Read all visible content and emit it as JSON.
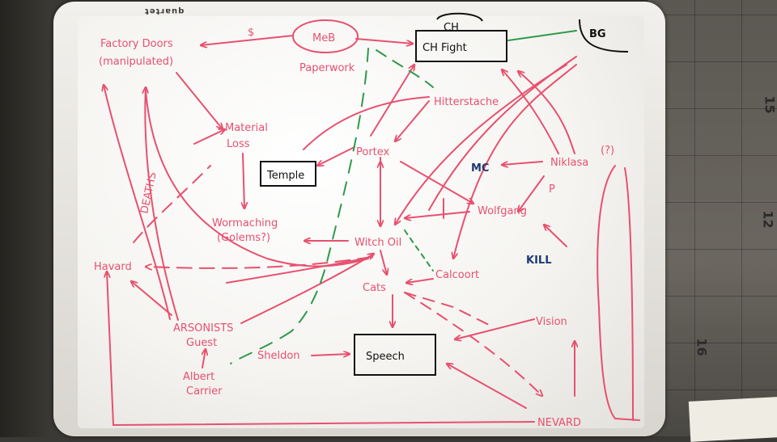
{
  "board": {
    "brand": "quartet"
  },
  "surface_numbers": [
    "15",
    "12",
    "16"
  ],
  "nodes": {
    "factory_doors": "Factory Doors",
    "manipulated": "(manipulated)",
    "meb": "MeB",
    "ch_small": "CH",
    "ch_fight": "CH Fight",
    "bg": "BG",
    "paperwork": "Paperwork",
    "hitterstache": "Hitterstache",
    "material": "Material",
    "loss": "Loss",
    "deaths": "DEATHS",
    "temple": "Temple",
    "portex": "Portex",
    "mc": "MC",
    "niklasa": "Niklasa",
    "niklasa_note": "(?)",
    "p_note": "P",
    "wolfgang": "Wolfgang",
    "wormaching": "Wormaching",
    "golems": "(Golems?)",
    "witch_oil": "Witch Oil",
    "kill": "KILL",
    "havard": "Havard",
    "cats": "Cats",
    "calcoort": "Calcoort",
    "arsonists": "ARSONISTS",
    "guest": "Guest",
    "vision": "Vision",
    "speech": "Speech",
    "sheldon": "Sheldon",
    "albert": "Albert",
    "carrier": "Carrier",
    "nevard": "NEVARD",
    "dollar": "$"
  },
  "colors": {
    "marker_red": "#e8506e",
    "marker_green": "#2e9a4a",
    "marker_blue": "#1e3a72",
    "marker_black": "#111111"
  }
}
